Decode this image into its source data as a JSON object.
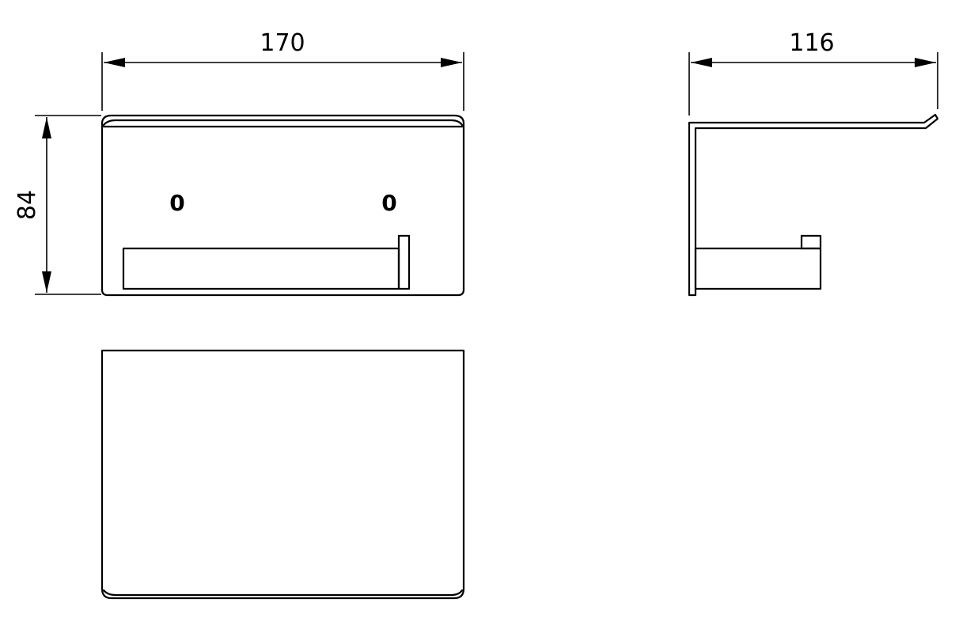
{
  "dimensions": {
    "front_width": "170",
    "front_height": "84",
    "side_depth": "116"
  },
  "front_view": {
    "mark_left": "0",
    "mark_right": "0"
  },
  "colors": {
    "stroke": "#000000",
    "background": "#ffffff"
  }
}
